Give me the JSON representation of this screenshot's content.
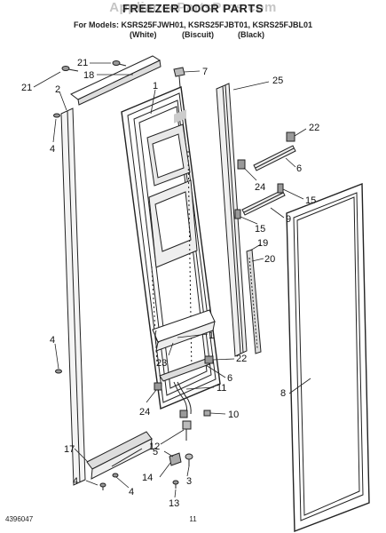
{
  "header": {
    "watermark": "AppliancePartsPros.com",
    "title": "FREEZER DOOR PARTS",
    "models": "For Models: KSRS25FJWH01, KSRS25FJBT01, KSRS25FJBL01",
    "color_white": "(White)",
    "color_biscuit": "(Biscuit)",
    "color_black": "(Black)"
  },
  "footer": {
    "part_number": "4396047",
    "page_number": "11"
  },
  "callouts": {
    "c21a": "21",
    "c18": "18",
    "c21b": "21",
    "c2": "2",
    "c4a": "4",
    "c1a": "1",
    "c7": "7",
    "c25": "25",
    "c22a": "22",
    "c6a": "6",
    "c24a": "24",
    "c15a": "15",
    "c9": "9",
    "c15b": "15",
    "c19": "19",
    "c20": "20",
    "c4b": "4",
    "c1b": "1",
    "c23": "23",
    "c22b": "22",
    "c6b": "6",
    "c11": "11",
    "c8": "8",
    "c24b": "24",
    "c10": "10",
    "c12": "12",
    "c17": "17",
    "c5": "5",
    "c14": "14",
    "c3": "3",
    "c4c": "4",
    "c4d": "4",
    "c13": "13"
  }
}
